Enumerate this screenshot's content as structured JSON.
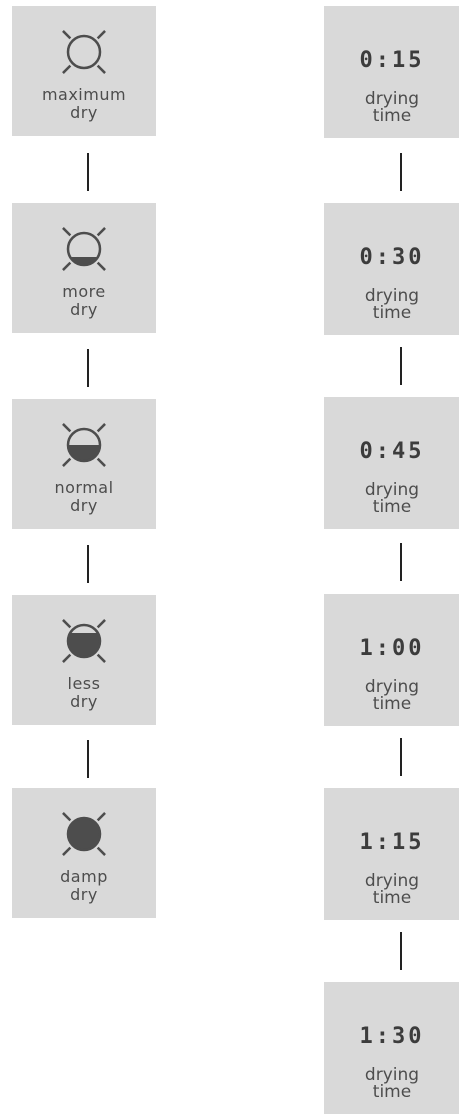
{
  "dryness_levels": [
    {
      "line1": "maximum",
      "line2": "dry",
      "icon": "sun-icon-empty",
      "fill_fraction": 0.0
    },
    {
      "line1": "more",
      "line2": "dry",
      "icon": "sun-icon-quarter-filled",
      "fill_fraction": 0.25
    },
    {
      "line1": "normal",
      "line2": "dry",
      "icon": "sun-icon-half-filled",
      "fill_fraction": 0.5
    },
    {
      "line1": "less",
      "line2": "dry",
      "icon": "sun-icon-three-quarter-filled",
      "fill_fraction": 0.75
    },
    {
      "line1": "damp",
      "line2": "dry",
      "icon": "sun-icon-full",
      "fill_fraction": 1.0
    }
  ],
  "drying_times": [
    {
      "time": "0:15",
      "line1": "drying",
      "line2": "time"
    },
    {
      "time": "0:30",
      "line1": "drying",
      "line2": "time"
    },
    {
      "time": "0:45",
      "line1": "drying",
      "line2": "time"
    },
    {
      "time": "1:00",
      "line1": "drying",
      "line2": "time"
    },
    {
      "time": "1:15",
      "line1": "drying",
      "line2": "time"
    },
    {
      "time": "1:30",
      "line1": "drying",
      "line2": "time"
    }
  ],
  "colors": {
    "tile": "#d9d9d9",
    "icon": "#4d4d4d",
    "text": "#4d4d4d",
    "connector": "#222222"
  }
}
